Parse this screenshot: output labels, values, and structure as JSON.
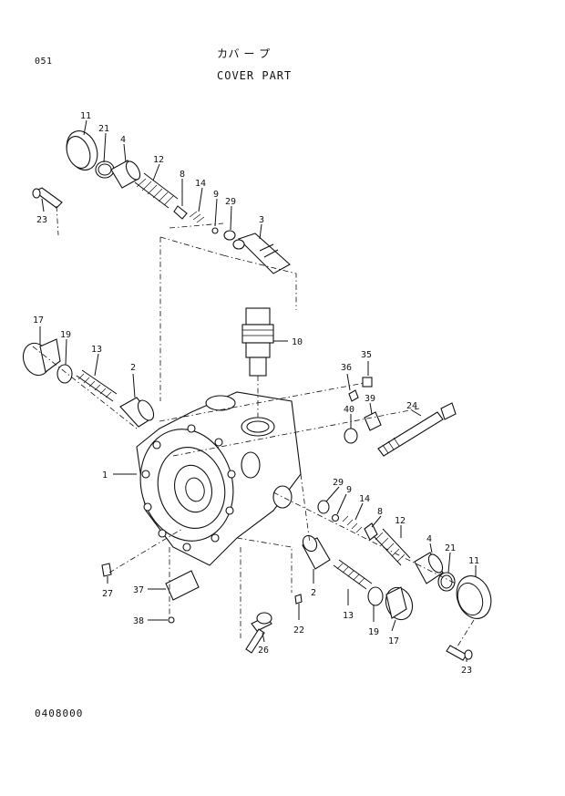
{
  "header": {
    "page_number": "051",
    "title_japanese": "カバ ー プ",
    "title_english": "COVER PART"
  },
  "footer": {
    "drawing_number": "0408000"
  },
  "callouts": [
    {
      "id": "c11a",
      "label": "11"
    },
    {
      "id": "c21a",
      "label": "21"
    },
    {
      "id": "c4a",
      "label": "4"
    },
    {
      "id": "c12a",
      "label": "12"
    },
    {
      "id": "c8a",
      "label": "8"
    },
    {
      "id": "c14a",
      "label": "14"
    },
    {
      "id": "c9a",
      "label": "9"
    },
    {
      "id": "c29a",
      "label": "29"
    },
    {
      "id": "c3",
      "label": "3"
    },
    {
      "id": "c23a",
      "label": "23"
    },
    {
      "id": "c10",
      "label": "10"
    },
    {
      "id": "c17a",
      "label": "17"
    },
    {
      "id": "c19a",
      "label": "19"
    },
    {
      "id": "c13a",
      "label": "13"
    },
    {
      "id": "c2a",
      "label": "2"
    },
    {
      "id": "c36",
      "label": "36"
    },
    {
      "id": "c35",
      "label": "35"
    },
    {
      "id": "c39",
      "label": "39"
    },
    {
      "id": "c40",
      "label": "40"
    },
    {
      "id": "c24",
      "label": "24"
    },
    {
      "id": "c1",
      "label": "1"
    },
    {
      "id": "c29b",
      "label": "29"
    },
    {
      "id": "c9b",
      "label": "9"
    },
    {
      "id": "c14b",
      "label": "14"
    },
    {
      "id": "c8b",
      "label": "8"
    },
    {
      "id": "c12b",
      "label": "12"
    },
    {
      "id": "c4b",
      "label": "4"
    },
    {
      "id": "c21b",
      "label": "21"
    },
    {
      "id": "c11b",
      "label": "11"
    },
    {
      "id": "c27",
      "label": "27"
    },
    {
      "id": "c37",
      "label": "37"
    },
    {
      "id": "c38",
      "label": "38"
    },
    {
      "id": "c2b",
      "label": "2"
    },
    {
      "id": "c13b",
      "label": "13"
    },
    {
      "id": "c22",
      "label": "22"
    },
    {
      "id": "c19b",
      "label": "19"
    },
    {
      "id": "c17b",
      "label": "17"
    },
    {
      "id": "c26",
      "label": "26"
    },
    {
      "id": "c23b",
      "label": "23"
    }
  ]
}
